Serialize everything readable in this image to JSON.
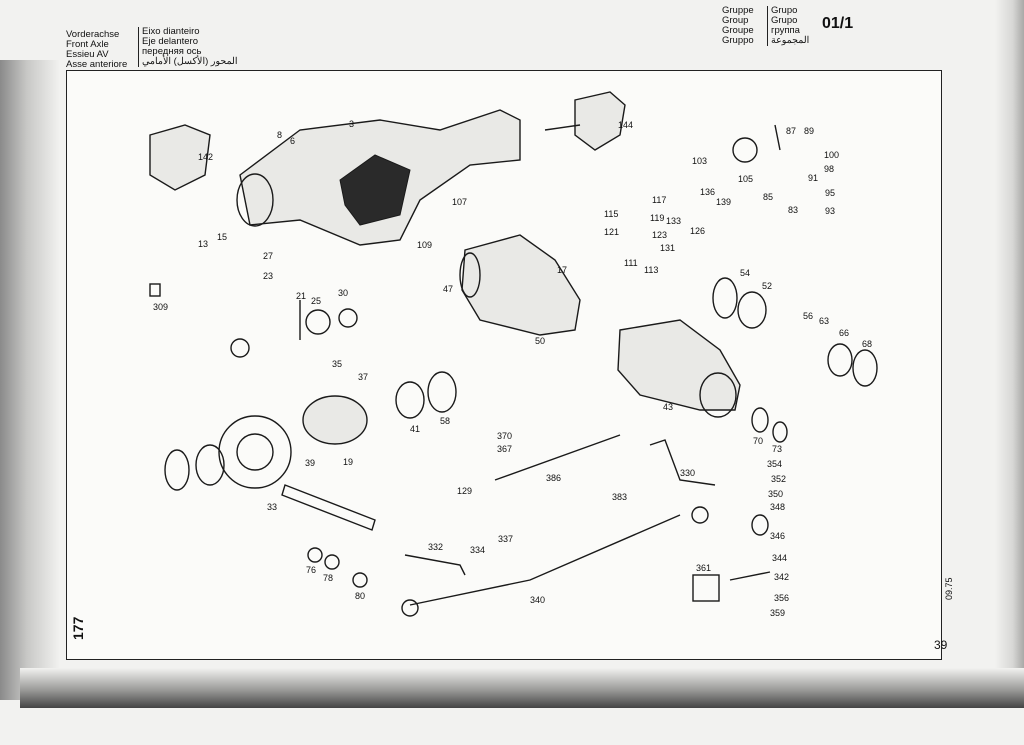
{
  "header": {
    "left_labels": [
      "Vorderachse",
      "Front Axle",
      "Essieu AV",
      "Asse anteriore"
    ],
    "left_translations": [
      "Eixo dianteiro",
      "Eje delantero",
      "передняя ось",
      "المحور (الأكسل) الأمامي"
    ],
    "right_labels": [
      "Gruppe",
      "Group",
      "Groupe",
      "Gruppo"
    ],
    "right_translations": [
      "Grupo",
      "Grupo",
      "группа",
      "المجموعة"
    ],
    "group_number": "01/1"
  },
  "footer": {
    "page_number_side": "177",
    "page_number": "39",
    "date_code": "09.75"
  },
  "part_labels": [
    "3",
    "8",
    "6",
    "142",
    "144",
    "107",
    "109",
    "13",
    "15",
    "87",
    "89",
    "103",
    "100",
    "98",
    "105",
    "91",
    "85",
    "95",
    "83",
    "93",
    "117",
    "136",
    "139",
    "115",
    "119",
    "133",
    "121",
    "123",
    "126",
    "131",
    "111",
    "113",
    "27",
    "23",
    "21",
    "25",
    "30",
    "309",
    "47",
    "17",
    "50",
    "54",
    "52",
    "56",
    "63",
    "66",
    "68",
    "35",
    "37",
    "41",
    "58",
    "43",
    "70",
    "73",
    "370",
    "367",
    "39",
    "19",
    "386",
    "129",
    "383",
    "330",
    "354",
    "352",
    "350",
    "348",
    "346",
    "344",
    "342",
    "356",
    "359",
    "361",
    "332",
    "334",
    "337",
    "340",
    "76",
    "78",
    "80",
    "33"
  ]
}
